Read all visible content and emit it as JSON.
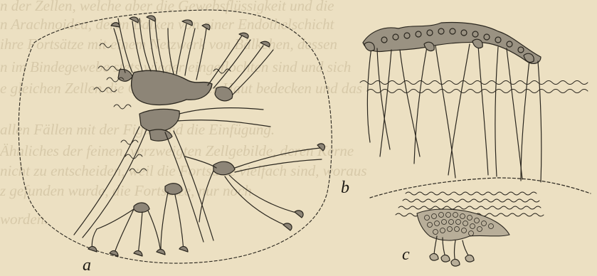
{
  "figure": {
    "labels": {
      "a": "a",
      "b": "b",
      "c": "c"
    }
  },
  "ghost_text": [
    "n der Zellen, welche aber die Gewebsflüssigkeit und die",
    "n Arachnoidea, deren Balken von einer Endothelschicht",
    "ihre Fortsätze mit einem Netzwerk von Bälkchen, dessen",
    "n im Bindegewebe stets wieder eingeflochten sind und sich",
    "e gleichen Zellen die Oberfläche der Haut bedecken und das",
    "allen Fällen mit der Figur und die Einfügung.",
    "Ähnliches der feinen, verzweigten Zellgebilde, deren Kerne",
    "nicht zu entscheiden, weil die Fortsätze vielfach sind, woraus",
    "z gefunden wurde, die Fortsätze, nur noch",
    "worden."
  ]
}
